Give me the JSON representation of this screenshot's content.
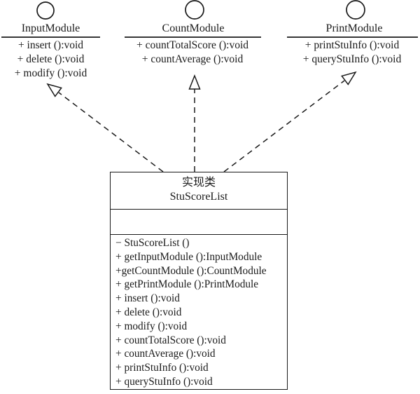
{
  "colors": {
    "ink": "#1a1a1a",
    "background": "#ffffff"
  },
  "interfaces": [
    {
      "name": "InputModule",
      "methods": [
        "+ insert ():void",
        "+ delete ():void",
        "+ modify ():void"
      ]
    },
    {
      "name": "CountModule",
      "methods": [
        "+ countTotalScore ():void",
        "+ countAverage ():void"
      ]
    },
    {
      "name": "PrintModule",
      "methods": [
        "+ printStuInfo ():void",
        "+ queryStuInfo ():void"
      ]
    }
  ],
  "implementation_class": {
    "stereotype": "实现类",
    "name": "StuScoreList",
    "attributes": [],
    "methods": [
      "− StuScoreList ()",
      "+ getInputModule ():InputModule",
      "+getCountModule ():CountModule",
      "+ getPrintModule ():PrintModule",
      "+ insert ():void",
      "+ delete ():void",
      "+ modify ():void",
      "+ countTotalScore ():void",
      "+ countAverage ():void",
      "+ printStuInfo ():void",
      "+ queryStuInfo ():void"
    ]
  }
}
